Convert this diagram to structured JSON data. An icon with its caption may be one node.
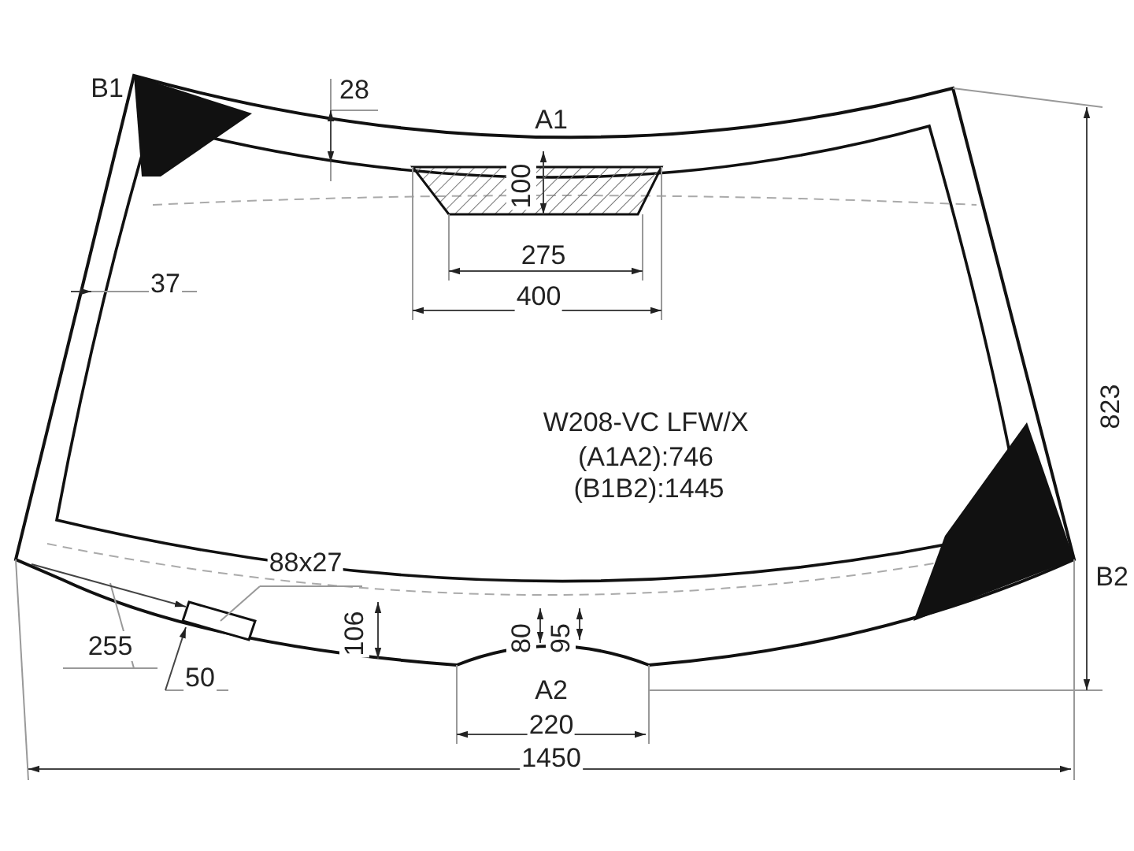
{
  "diagram": {
    "labels": [
      "B1",
      "28",
      "A1",
      "100",
      "275",
      "400",
      "37",
      "W208-VC LFW/X",
      "(A1A2):746",
      "(B1B2):1445",
      "823",
      "B2",
      "88x27",
      "255",
      "106",
      "80",
      "95",
      "50",
      "A2",
      "220",
      "1450"
    ]
  }
}
